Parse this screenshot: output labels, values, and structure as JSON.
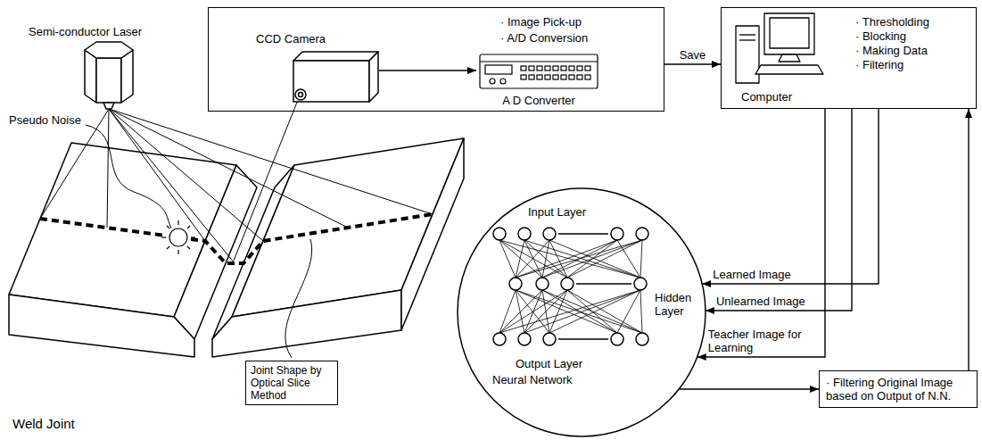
{
  "diagram": {
    "nodes": [
      {
        "text": [
          "· Image Pick-up",
          "· A/D Conversion"
        ]
      },
      {
        "text": [
          "CCD Camera"
        ],
        "in": 0
      },
      {
        "text": [
          "A D Converter"
        ],
        "in": 0
      },
      {
        "text": [
          "Computer",
          "· Thresholding",
          "· Blocking",
          "· Making Data",
          "· Filtering"
        ]
      },
      {
        "text": [
          "Input Layer",
          "Hidden Layer",
          "Output Layer",
          "Neural Network"
        ]
      },
      {
        "text": [
          "· Filtering Original Image based on Output of N.N."
        ]
      },
      {
        "text": [
          "Joint Shape by Optical Slice Method"
        ]
      }
    ],
    "edges": [
      {
        "from": 1,
        "to": 2,
        "arrow": "to"
      },
      {
        "from": 0,
        "to": 3,
        "label": "Save",
        "arrow": "to"
      },
      {
        "from": 3,
        "to": 4,
        "label": "Learned Image",
        "arrow": "to"
      },
      {
        "from": 3,
        "to": 4,
        "label": "Unlearned Image",
        "arrow": "to"
      },
      {
        "from": 3,
        "to": 4,
        "label": "Teacher Image for Learning",
        "arrow": "to"
      },
      {
        "from": 4,
        "to": 5,
        "arrow": "to"
      },
      {
        "from": 5,
        "to": 3,
        "arrow": "to"
      }
    ],
    "labels": [
      "Semi-conductor Laser",
      "Pseudo Noise",
      "Weld Joint"
    ]
  }
}
